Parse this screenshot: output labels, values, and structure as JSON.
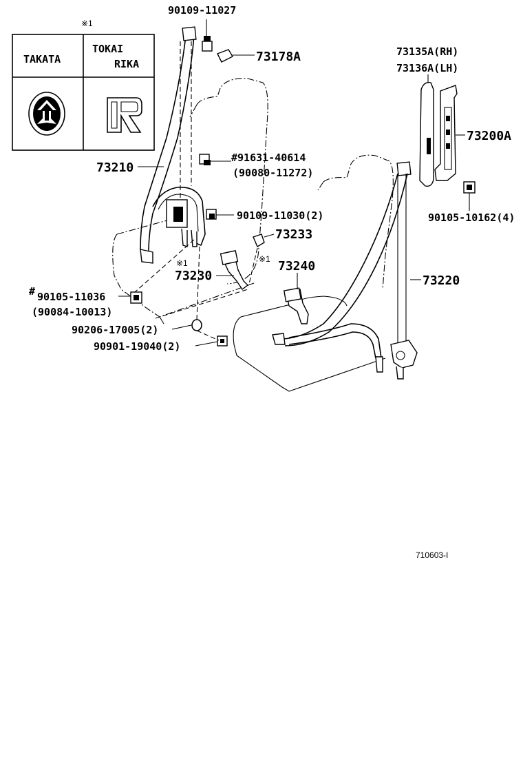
{
  "legend": {
    "marker": "※1",
    "brand_left": "TAKATA",
    "brand_right_line1": "TOKAI",
    "brand_right_line2": "RIKA"
  },
  "labels": {
    "p_90109_11027": "90109-11027",
    "p_73178a": "73178A",
    "p_73135a": "73135A(RH)",
    "p_73136a": "73136A(LH)",
    "p_73200a": "73200A",
    "p_91631_40614": "#91631-40614",
    "p_90080_11272": "(90080-11272)",
    "p_73210": "73210",
    "p_90109_11030": "90109-11030(2)",
    "p_90105_10162": "90105-10162(4)",
    "p_73233": "73233",
    "mark_1a": "※1",
    "mark_1b": "※1",
    "p_73230": "73230",
    "p_73240": "73240",
    "p_73220": "73220",
    "p_90105_11036": "90105-11036",
    "p_90105_hash": "#",
    "p_90084_10013": "(90084-10013)",
    "p_90206_17005": "90206-17005(2)",
    "p_90901_19040": "90901-19040(2)",
    "figure_id": "710603-I"
  }
}
